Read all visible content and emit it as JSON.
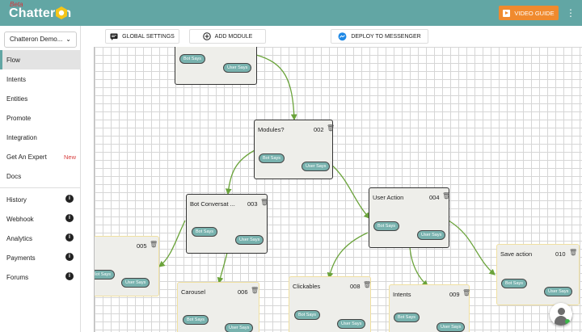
{
  "brand": {
    "beta": "Beta",
    "name": "Chatteron"
  },
  "topbar": {
    "video_guide": "VIDEO GUIDE",
    "menu": "⋮"
  },
  "bot_selector": {
    "value": "Chatteron Demo..."
  },
  "nav": {
    "items": [
      {
        "label": "Flow",
        "active": true
      },
      {
        "label": "Intents"
      },
      {
        "label": "Entities"
      },
      {
        "label": "Promote"
      },
      {
        "label": "Integration"
      },
      {
        "label": "Get An Expert",
        "badge": "New"
      },
      {
        "label": "Docs"
      }
    ],
    "help_items": [
      {
        "label": "History"
      },
      {
        "label": "Webhook"
      },
      {
        "label": "Analytics"
      },
      {
        "label": "Payments"
      },
      {
        "label": "Forums"
      }
    ]
  },
  "toolbar": {
    "global_settings": "GLOBAL SETTINGS",
    "add_module": "ADD MODULE",
    "deploy": "DEPLOY TO MESSENGER"
  },
  "modules": {
    "top": {
      "title": "",
      "number": "",
      "bot": "Bot Says",
      "user": "User Says"
    },
    "m002": {
      "title": "Modules?",
      "number": "002",
      "bot": "Bot Says",
      "user": "User Says"
    },
    "m003": {
      "title": "Bot Conversat ...",
      "number": "003",
      "bot": "Bot Says",
      "user": "User Says"
    },
    "m004": {
      "title": "User Action",
      "number": "004",
      "bot": "Bot Says",
      "user": "User Says"
    },
    "m005": {
      "title": "",
      "number": "005",
      "bot": "Bot Says",
      "user": "User Says"
    },
    "m006": {
      "title": "Carousel",
      "number": "006",
      "bot": "Bot Says",
      "user": "User Says"
    },
    "m008": {
      "title": "Clickables",
      "number": "008",
      "bot": "Bot Says",
      "user": "User Says"
    },
    "m009": {
      "title": "Intents",
      "number": "009",
      "bot": "Bot Says",
      "user": "User Says"
    },
    "m010": {
      "title": "Save action",
      "number": "010",
      "bot": "Bot Says",
      "user": "User Says"
    }
  },
  "colors": {
    "topbar": "#62a6a4",
    "accent": "#f08a2e",
    "chip": "#78b2ae",
    "link": "#6aa33a",
    "new_badge": "#d84040"
  }
}
